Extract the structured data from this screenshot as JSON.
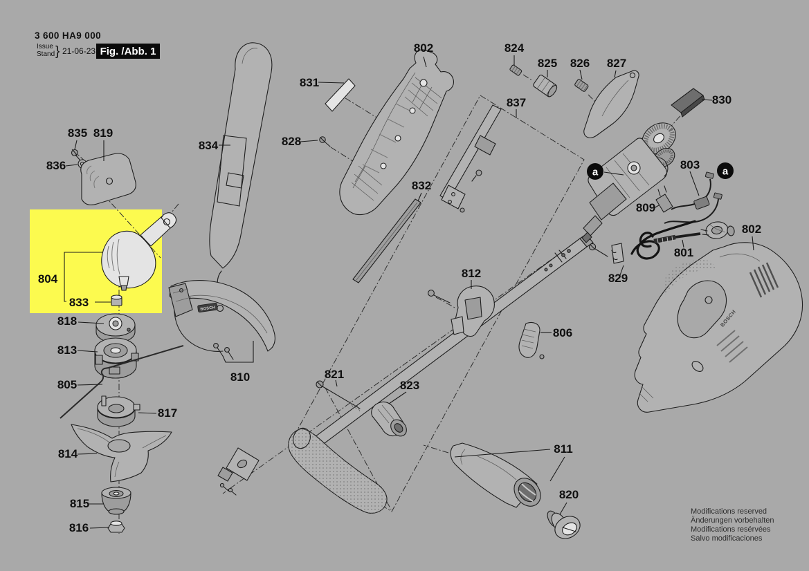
{
  "header": {
    "part_number": "3 600 HA9 000",
    "issue_en": "Issue",
    "issue_de": "Stand",
    "issue_date": "21-06-23",
    "figure_caption": "Fig. /Abb. 1"
  },
  "brand": {
    "logo": "BOSCH"
  },
  "markers": {
    "a_left": "a",
    "a_right": "a"
  },
  "highlight": {
    "color": "#fcfa4f",
    "highlighted_parts": [
      "804",
      "833"
    ]
  },
  "labels": {
    "p802_top": "802",
    "p824": "824",
    "p825": "825",
    "p826": "826",
    "p827": "827",
    "p830": "830",
    "p831": "831",
    "p834": "834",
    "p828": "828",
    "p837": "837",
    "p835": "835",
    "p819": "819",
    "p836": "836",
    "p832": "832",
    "p803": "803",
    "p809": "809",
    "p801": "801",
    "p802_right": "802",
    "p829": "829",
    "p812": "812",
    "p806": "806",
    "p804": "804",
    "p833": "833",
    "p818": "818",
    "p813": "813",
    "p805": "805",
    "p817": "817",
    "p814": "814",
    "p815": "815",
    "p816": "816",
    "p810": "810",
    "p821": "821",
    "p823": "823",
    "p811": "811",
    "p820": "820"
  },
  "footer": {
    "line1": "Modifications reserved",
    "line2": "Änderungen vorbehalten",
    "line3": "Modifications resérvées",
    "line4": "Salvo modificaciones"
  }
}
